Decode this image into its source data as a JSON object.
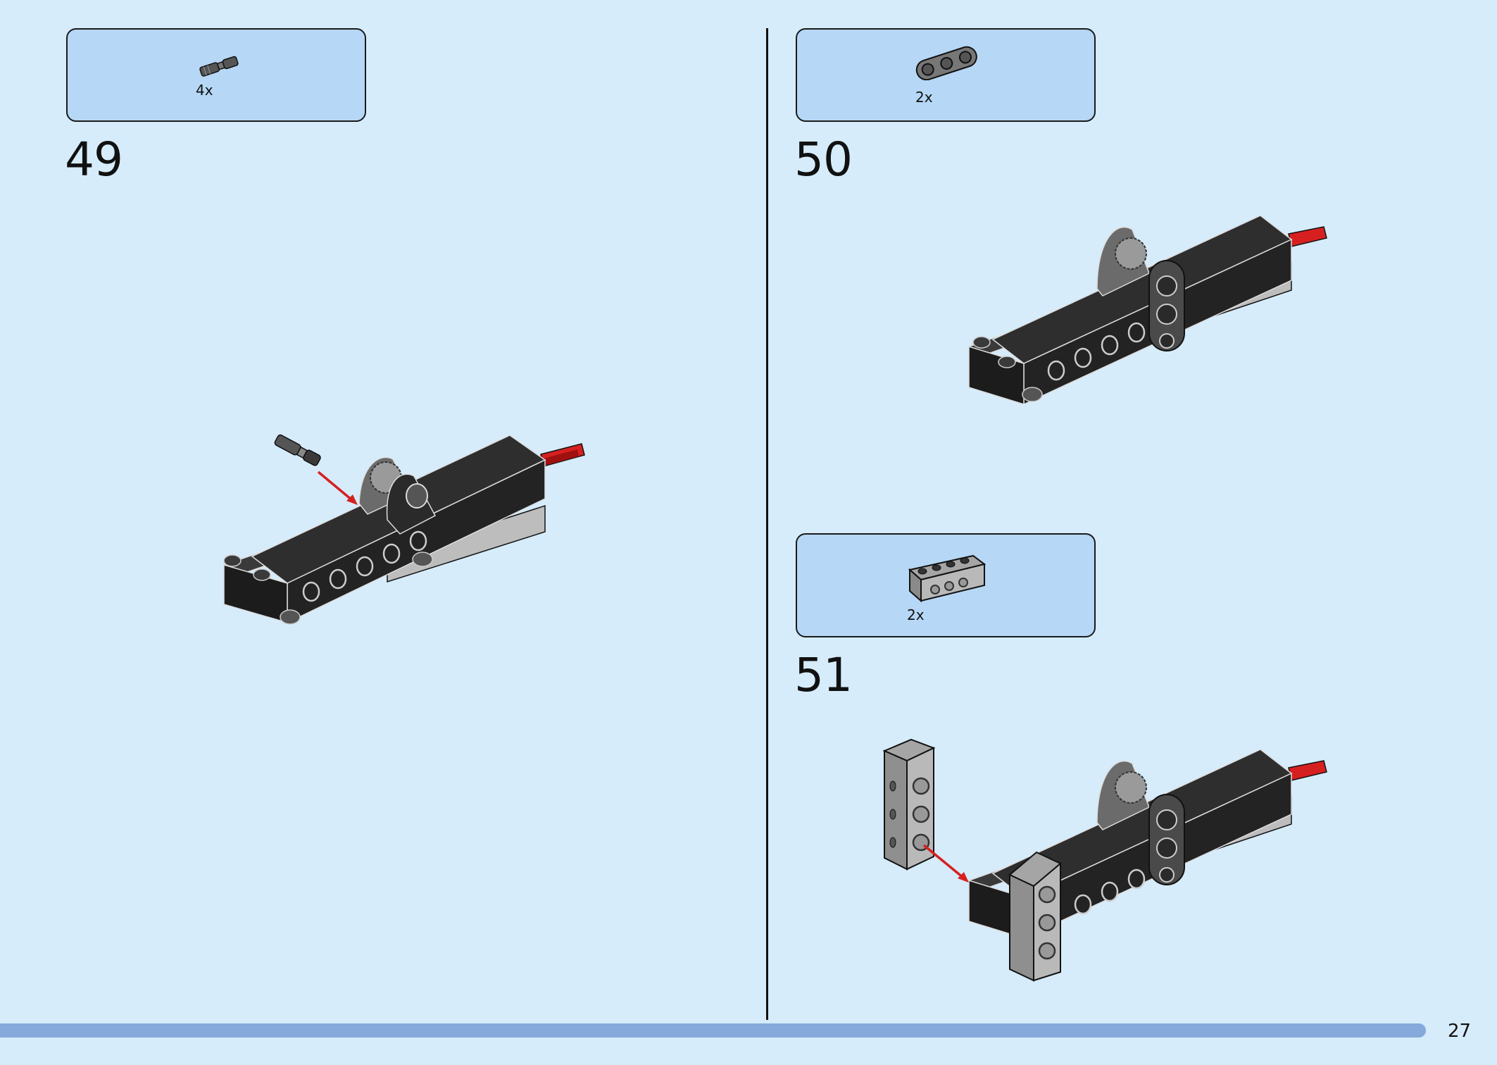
{
  "page_number": "27",
  "steps": [
    {
      "number": "49",
      "parts": [
        {
          "icon": "axle-pin-icon",
          "quantity": "4x"
        }
      ]
    },
    {
      "number": "50",
      "parts": [
        {
          "icon": "beam-3-icon",
          "quantity": "2x"
        }
      ]
    },
    {
      "number": "51",
      "parts": [
        {
          "icon": "technic-brick-1x4-icon",
          "quantity": "2x"
        }
      ]
    }
  ],
  "colors": {
    "background": "#d6ecfb",
    "parts_box": "#b6d7f5",
    "footer_bar": "#85a9db",
    "arrow": "#d62020",
    "brick_black": "#2e2e2e",
    "brick_grey": "#8a8a8a",
    "brick_light_grey": "#b9b9b9"
  }
}
